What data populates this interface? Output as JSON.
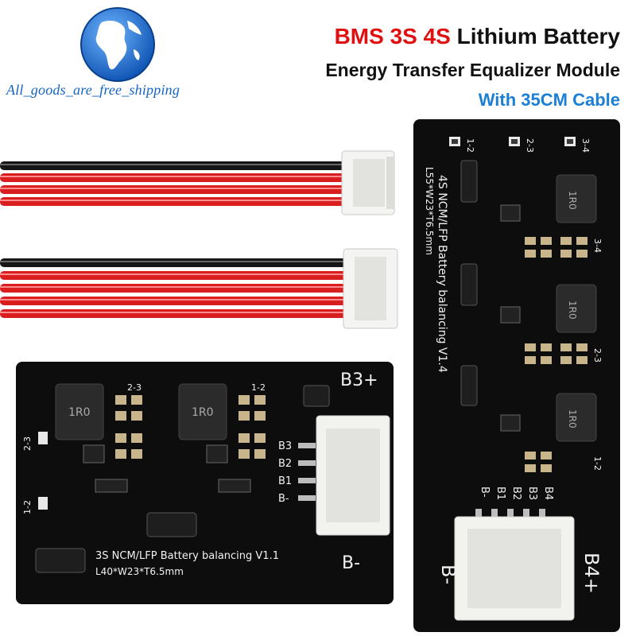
{
  "shop": {
    "name": "All_goods_are_free_shipping"
  },
  "headline": {
    "line1_red": "BMS 3S 4S",
    "line1_black": "Lithium Battery",
    "line2": "Energy Transfer Equalizer Module",
    "line3": "With 35CM Cable"
  },
  "board_4s": {
    "label_line1": "4S NCM/LFP Battery balancing V1.4",
    "label_line2": "L55*W23*T6.5mm",
    "led_labels": [
      "1-2",
      "2-3",
      "3-4"
    ],
    "pin_labels": [
      "B-",
      "B1",
      "B2",
      "B3",
      "B4"
    ],
    "terminal_neg": "B-",
    "terminal_pos": "B4+",
    "section_labels": [
      "3-4",
      "2-3",
      "1-2"
    ],
    "inductor_marks": [
      "1R0",
      "1R0",
      "1R0"
    ]
  },
  "board_3s": {
    "label_line1": "3S NCM/LFP Battery balancing V1.1",
    "label_line2": "L40*W23*T6.5mm",
    "led_labels": [
      "2-3",
      "1-2"
    ],
    "pin_labels": [
      "B3",
      "B2",
      "B1",
      "B-"
    ],
    "terminal_neg": "B-",
    "terminal_pos": "B3+",
    "section_labels": [
      "2-3",
      "1-2"
    ],
    "inductor_marks": [
      "1R0",
      "1R0"
    ]
  },
  "colors": {
    "headline_red": "#e01010",
    "subtitle_blue": "#1b7fd6",
    "shop_blue": "#1565c8",
    "pcb": "#0d0d0d",
    "wire_red": "#d81e1e"
  }
}
